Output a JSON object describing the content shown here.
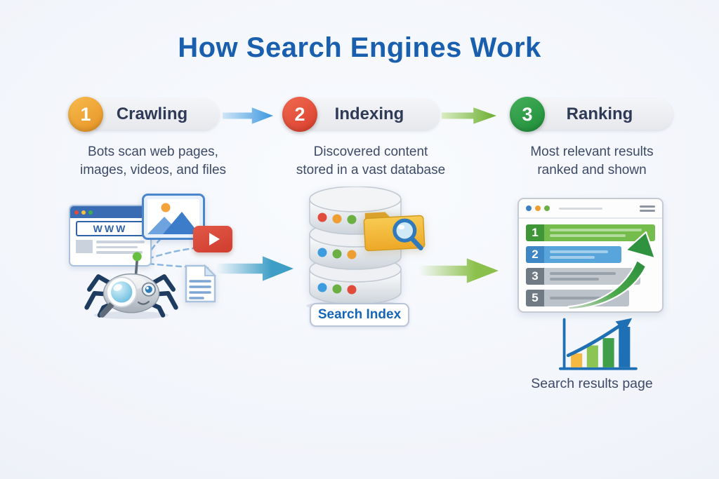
{
  "title": "How Search Engines Work",
  "steps": [
    {
      "number": "1",
      "label": "Crawling",
      "badge_color": "#f0a63a",
      "description_line1": "Bots scan web pages,",
      "description_line2": "images, videos, and files"
    },
    {
      "number": "2",
      "label": "Indexing",
      "badge_color": "#e4503e",
      "description_line1": "Discovered content",
      "description_line2": "stored in a vast database"
    },
    {
      "number": "3",
      "label": "Ranking",
      "badge_color": "#2f9e48",
      "description_line1": "Most relevant results",
      "description_line2": "ranked and shown"
    }
  ],
  "arrows": {
    "crawling_to_indexing_color": "#3e9ec6",
    "indexing_to_ranking_color": "#8bc04a"
  },
  "crawling": {
    "browser_label": "WWW",
    "icons": [
      "browser-window-icon",
      "image-icon",
      "video-play-icon",
      "document-icon",
      "spider-bot-icon"
    ]
  },
  "indexing": {
    "database_label": "Search Index",
    "icons": [
      "database-icon",
      "folder-icon",
      "magnifier-icon"
    ]
  },
  "ranking": {
    "result_rows": [
      {
        "rank": "1",
        "color": "#74bc4b"
      },
      {
        "rank": "2",
        "color": "#57a5db"
      },
      {
        "rank": "3",
        "color": "#c3c8ce"
      },
      {
        "rank": "5",
        "color": "#bcc2c9"
      }
    ],
    "caption": "Search results page",
    "icons": [
      "browser-window-icon",
      "growth-arrow-icon",
      "bar-chart-icon"
    ],
    "chart_bar_colors": [
      "#f5b942",
      "#8dc554",
      "#3f9e47",
      "#1f6fb5"
    ]
  },
  "colors": {
    "title": "#1a5fae",
    "body_text": "#3d4a68",
    "background": "#eff2f9"
  }
}
